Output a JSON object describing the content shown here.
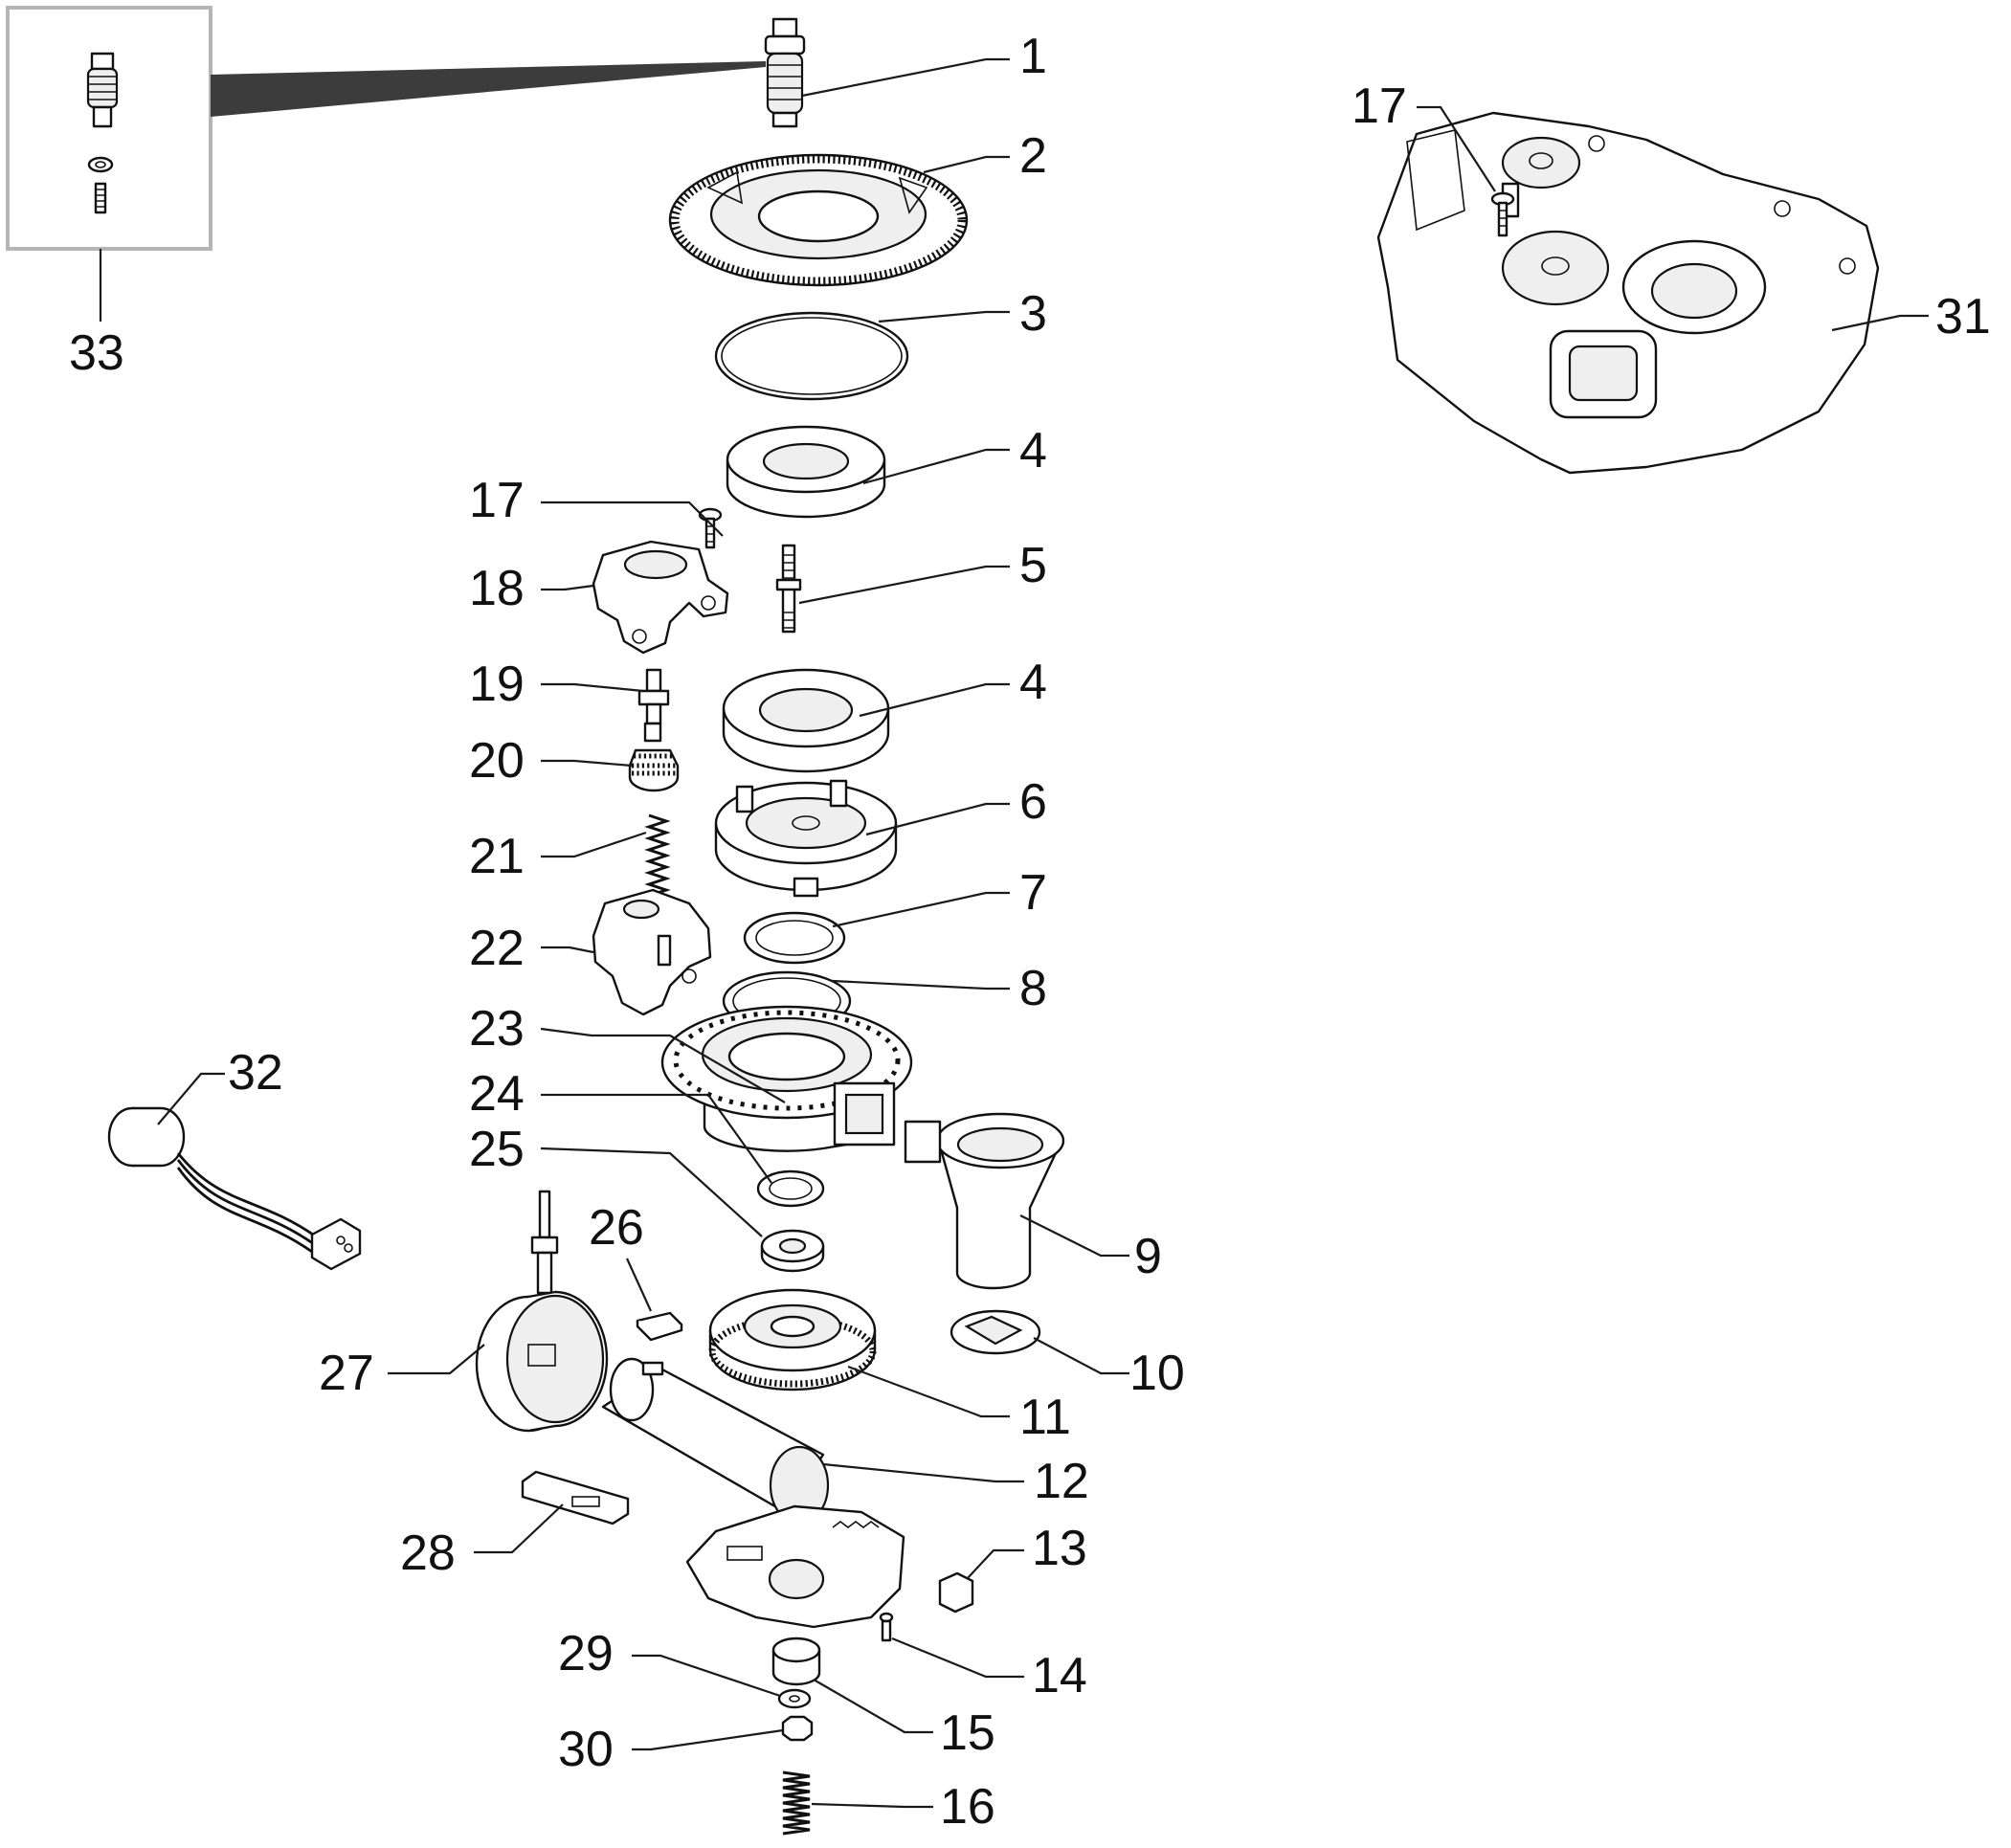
{
  "colors": {
    "line": "#111111",
    "background": "#ffffff",
    "inset_frame": "#b5b5b5"
  },
  "callouts": {
    "c1": "1",
    "c2": "2",
    "c3": "3",
    "c4a": "4",
    "c4b": "4",
    "c5": "5",
    "c6": "6",
    "c7": "7",
    "c8": "8",
    "c9": "9",
    "c10": "10",
    "c11": "11",
    "c12": "12",
    "c13": "13",
    "c14": "14",
    "c15": "15",
    "c16": "16",
    "c17a": "17",
    "c17b": "17",
    "c18": "18",
    "c19": "19",
    "c20": "20",
    "c21": "21",
    "c22": "22",
    "c23": "23",
    "c24": "24",
    "c25": "25",
    "c26": "26",
    "c27": "27",
    "c28": "28",
    "c29": "29",
    "c30": "30",
    "c31": "31",
    "c32": "32",
    "c33": "33"
  }
}
